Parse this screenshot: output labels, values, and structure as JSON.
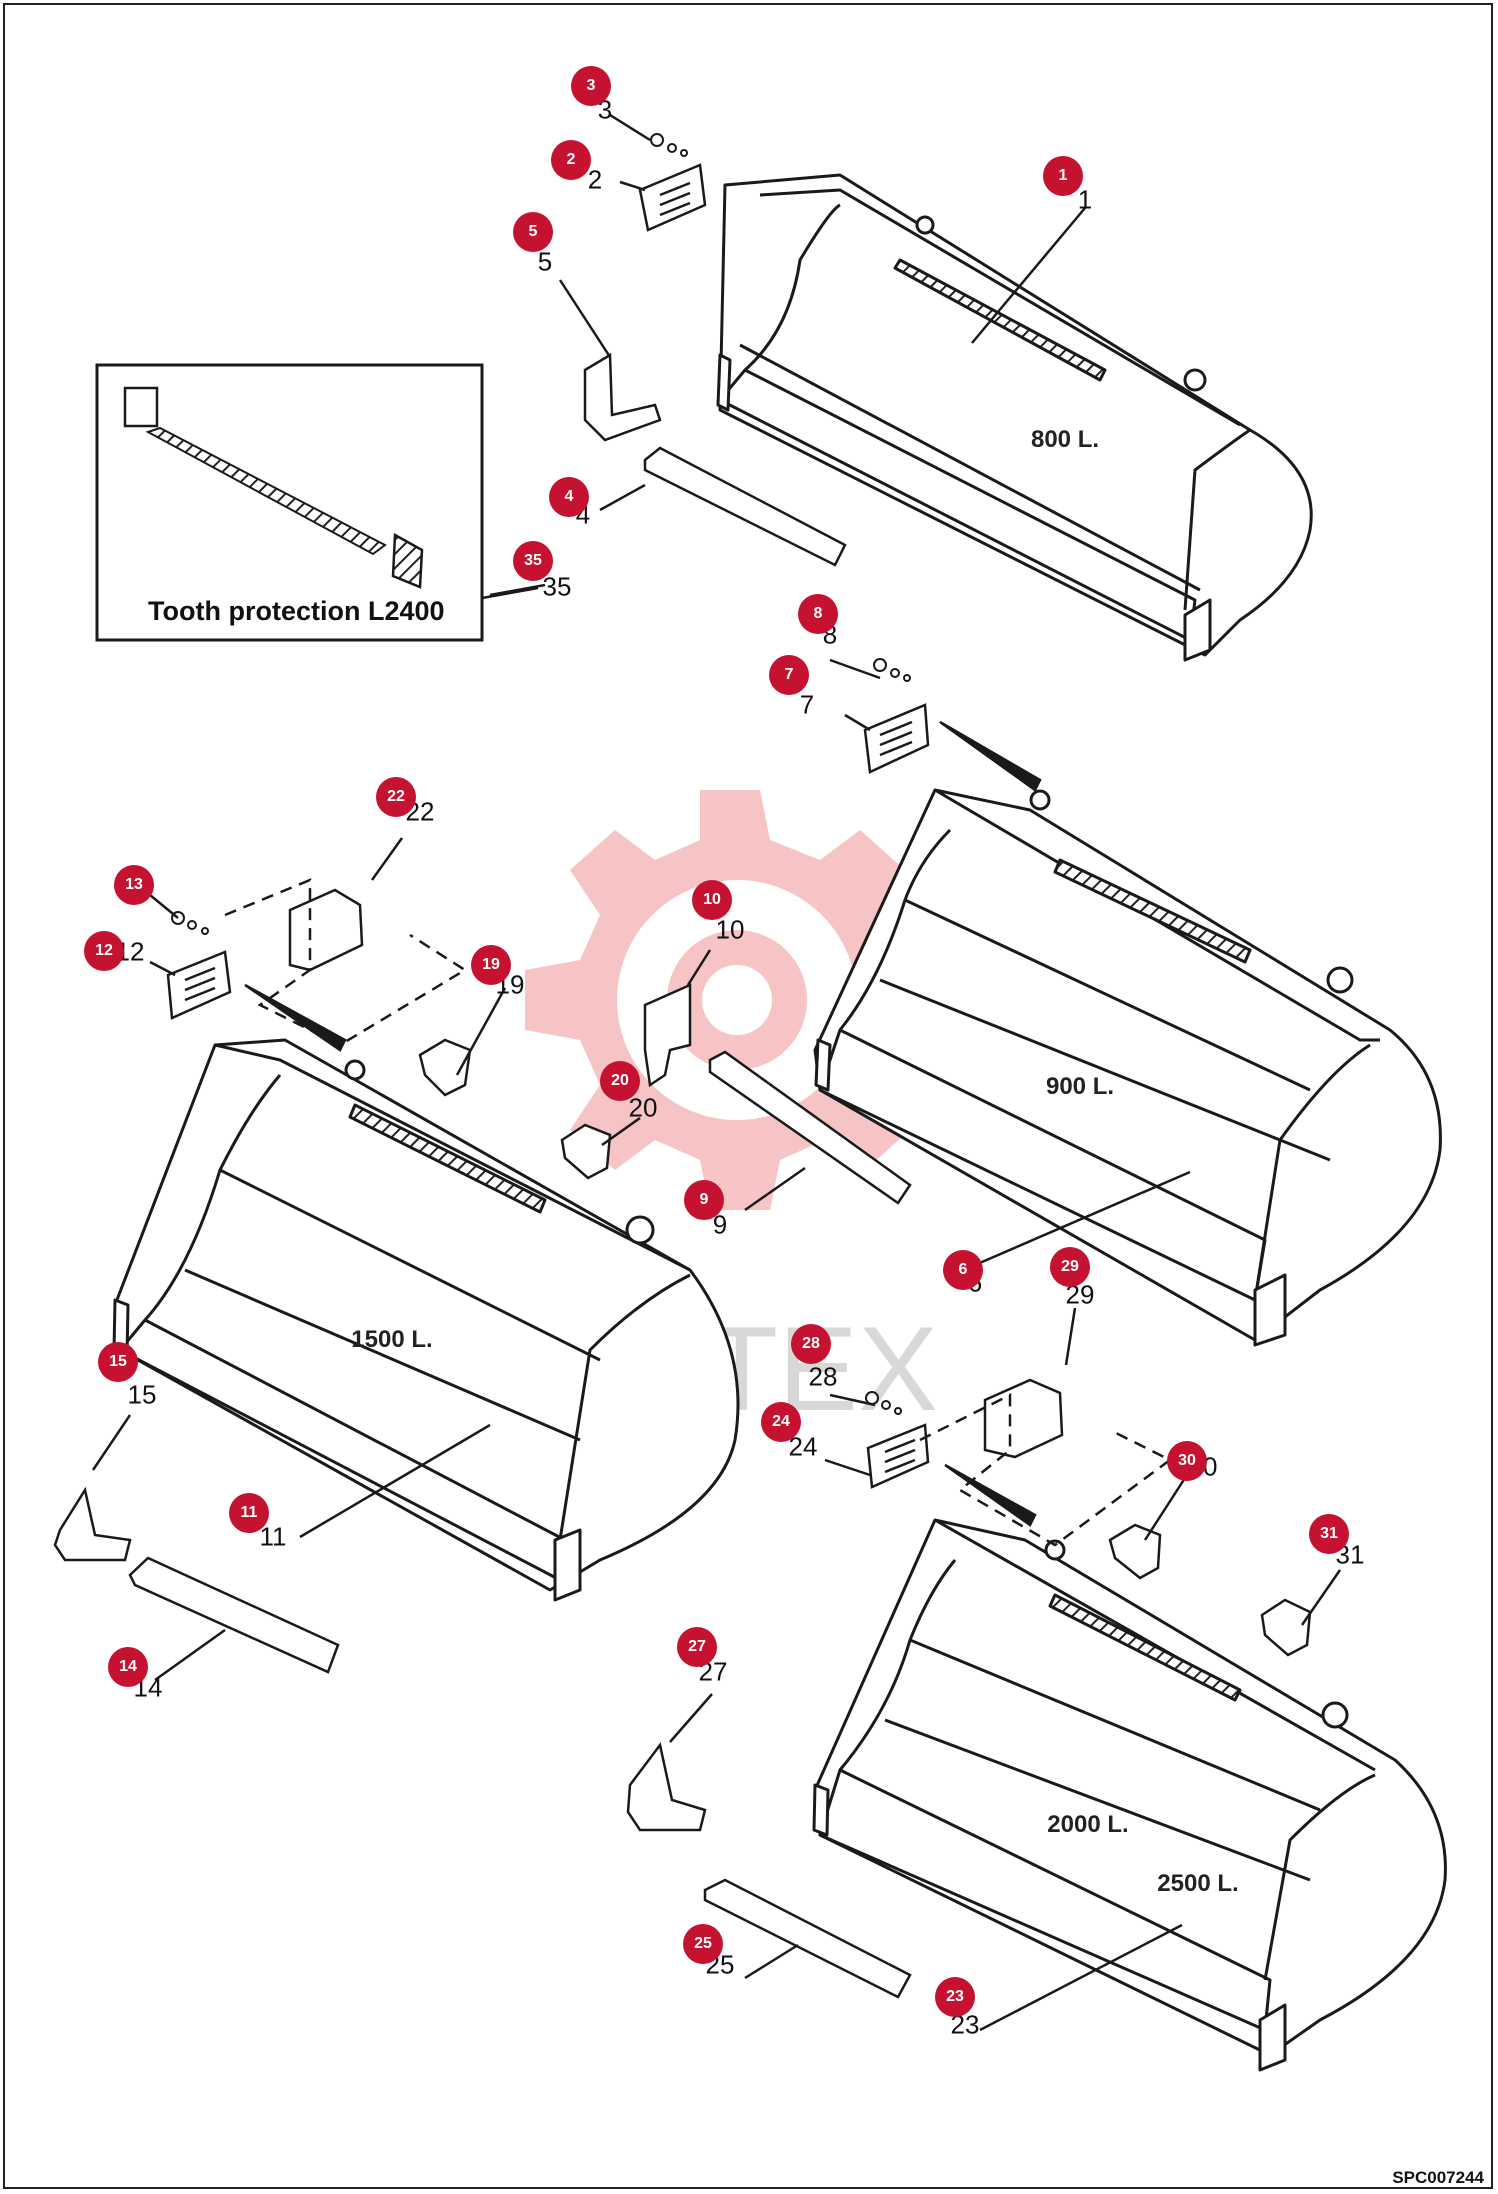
{
  "inset": {
    "caption": "Tooth protection L2400"
  },
  "bucket_labels": [
    {
      "id": "bucket-800",
      "text": "800 L."
    },
    {
      "id": "bucket-900",
      "text": "900 L."
    },
    {
      "id": "bucket-1500",
      "text": "1500 L."
    },
    {
      "id": "bucket-2000",
      "text": "2000 L."
    },
    {
      "id": "bucket-2500",
      "text": "2500 L."
    }
  ],
  "callouts": [
    "1",
    "2",
    "3",
    "4",
    "5",
    "6",
    "7",
    "8",
    "9",
    "10",
    "11",
    "12",
    "13",
    "14",
    "15",
    "19",
    "20",
    "22",
    "23",
    "24",
    "25",
    "27",
    "28",
    "29",
    "30",
    "31",
    "35"
  ],
  "part_numbers": [
    "1",
    "2",
    "3",
    "4",
    "5",
    "6",
    "7",
    "8",
    "9",
    "10",
    "11",
    "12",
    "13",
    "14",
    "15",
    "19",
    "20",
    "22",
    "23",
    "24",
    "25",
    "27",
    "28",
    "29",
    "30",
    "31",
    "35"
  ],
  "watermark": {
    "text": "ИНТЕХ",
    "color": "#e8a0a0"
  },
  "colors": {
    "callout": "#c41230",
    "line": "#1a1a1a"
  },
  "doc_id": "SPC007244"
}
